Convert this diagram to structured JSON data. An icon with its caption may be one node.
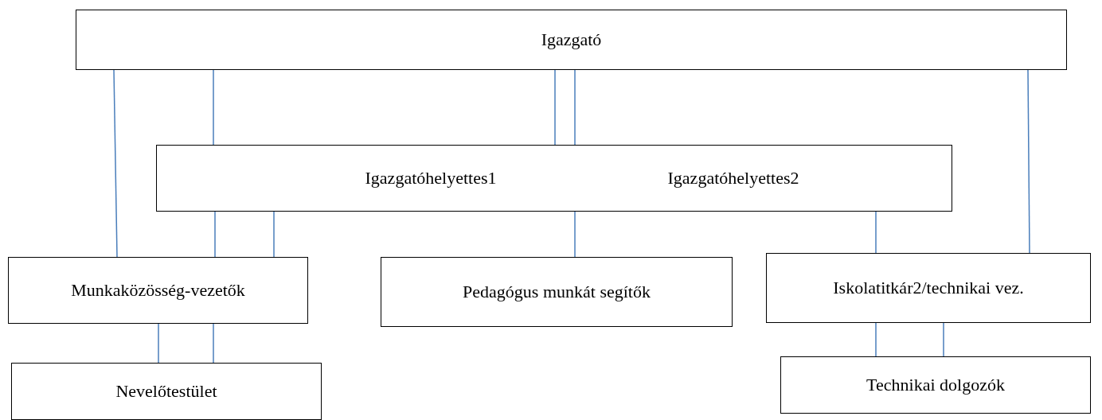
{
  "diagram": {
    "nodes": [
      {
        "text": [
          "Igazgató"
        ]
      },
      {
        "text": [
          "Igazgatóhelyettes1",
          "Igazgatóhelyettes2"
        ]
      },
      {
        "text": [
          "Munkaközösség-vezetők"
        ]
      },
      {
        "text": [
          "Pedagógus munkát segítők"
        ]
      },
      {
        "text": [
          "Iskolatitkár2/technikai vez."
        ]
      },
      {
        "text": [
          "Nevelőtestület"
        ]
      },
      {
        "text": [
          "Technikai dolgozók"
        ]
      }
    ],
    "edges": [
      {
        "from": 0,
        "to": 2,
        "arrow": "none"
      },
      {
        "from": 0,
        "to": 1,
        "arrow": "none"
      },
      {
        "from": 0,
        "to": 1,
        "arrow": "none"
      },
      {
        "from": 0,
        "to": 1,
        "arrow": "none"
      },
      {
        "from": 0,
        "to": 4,
        "arrow": "none"
      },
      {
        "from": 1,
        "to": 2,
        "arrow": "none"
      },
      {
        "from": 1,
        "to": 2,
        "arrow": "none"
      },
      {
        "from": 1,
        "to": 3,
        "arrow": "none"
      },
      {
        "from": 1,
        "to": 4,
        "arrow": "none"
      },
      {
        "from": 2,
        "to": 5,
        "arrow": "none"
      },
      {
        "from": 2,
        "to": 5,
        "arrow": "none"
      },
      {
        "from": 4,
        "to": 6,
        "arrow": "none"
      },
      {
        "from": 4,
        "to": 6,
        "arrow": "none"
      }
    ]
  }
}
